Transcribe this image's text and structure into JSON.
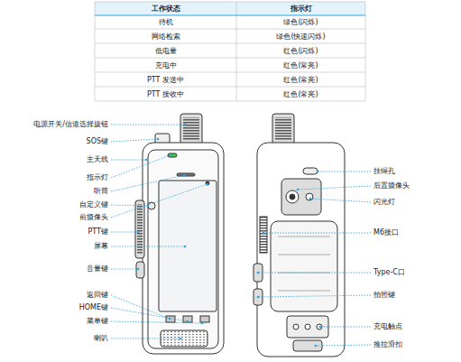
{
  "diagram": {
    "labels": [
      "工作状态",
      "指示灯",
      "待机",
      "绿色(闪烁)",
      "网络检索",
      "绿色(快速闪烁)",
      "低电量",
      "红色(闪烁)",
      "充电中",
      "红色(常亮)",
      "PTT 发送中",
      "红色(常亮)",
      "PTT 接收中",
      "红色(常亮)",
      "电源开关/信道选择旋钮",
      "SOS键",
      "主天线",
      "指示灯",
      "听筒",
      "自定义键",
      "前摄像头",
      "PTT键",
      "屏幕",
      "音量键",
      "返回键",
      "HOME键",
      "菜单键",
      "喇叭",
      "挂绳孔",
      "后置摄像头",
      "闪光灯",
      "M6接口",
      "Type-C口",
      "拍照键",
      "充电触点",
      "推拉滑扣"
    ]
  }
}
